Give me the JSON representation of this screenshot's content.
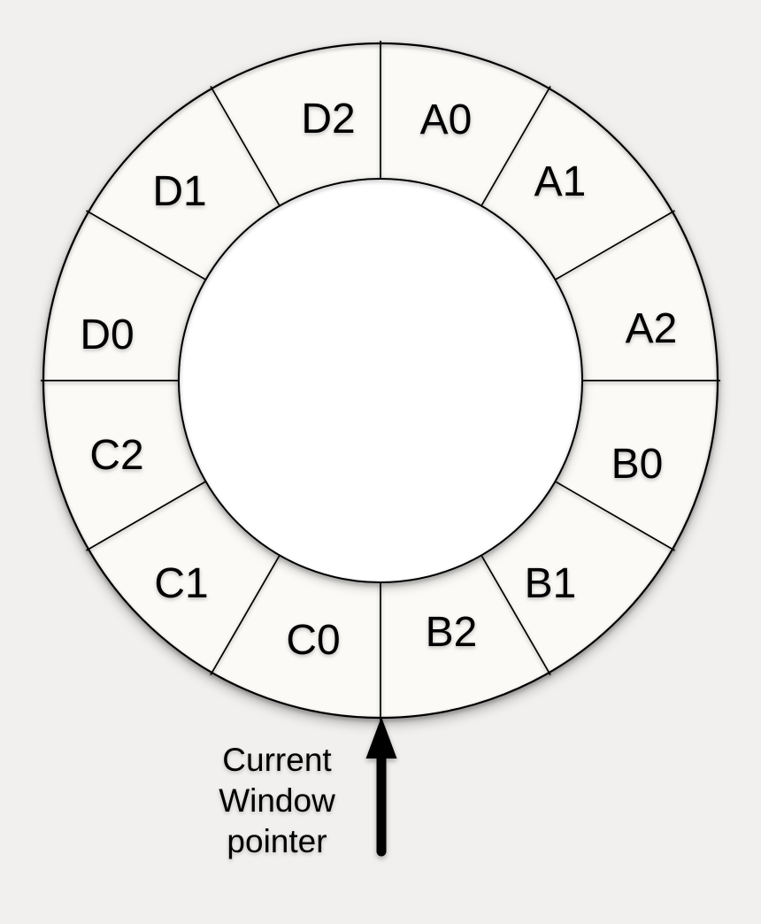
{
  "diagram": {
    "kind": "circular-window-register-wheel",
    "segments": [
      {
        "label": "A0"
      },
      {
        "label": "A1"
      },
      {
        "label": "A2"
      },
      {
        "label": "B0"
      },
      {
        "label": "B1"
      },
      {
        "label": "B2"
      },
      {
        "label": "C0"
      },
      {
        "label": "C1"
      },
      {
        "label": "C2"
      },
      {
        "label": "D0"
      },
      {
        "label": "D1"
      },
      {
        "label": "D2"
      }
    ],
    "pointer": {
      "lines": [
        "Current",
        "Window",
        "pointer"
      ],
      "full_text": "Current Window pointer"
    },
    "colors": {
      "background": "#f1f0ee",
      "ring_fill": "#fbfaf7",
      "inner_fill": "#ffffff",
      "stroke": "#000000"
    }
  }
}
